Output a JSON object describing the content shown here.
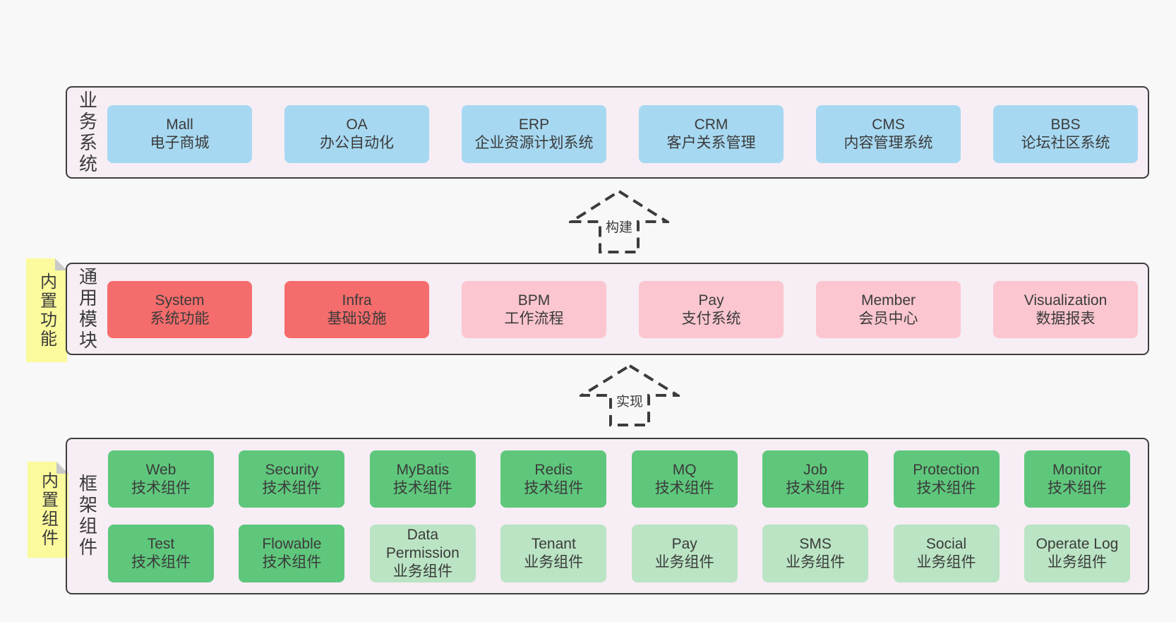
{
  "colors": {
    "page_bg": "#f8f8f8",
    "section_fill": "#f7edf4",
    "section_border": "#3e3e3e",
    "business_box": "#a7d8f1",
    "module_box_highlight": "#f56c6c",
    "module_box": "#fbc6d0",
    "tech_component_box": "#5fc77c",
    "biz_component_box": "#bae4c3",
    "sticky_note": "#fbfa9c",
    "text": "#3b3b3b"
  },
  "arrows": [
    {
      "label": "构建"
    },
    {
      "label": "实现"
    }
  ],
  "sections": {
    "business": {
      "label": "业务系统",
      "items": [
        {
          "title": "Mall",
          "subtitle": "电子商城"
        },
        {
          "title": "OA",
          "subtitle": "办公自动化"
        },
        {
          "title": "ERP",
          "subtitle": "企业资源计划系统"
        },
        {
          "title": "CRM",
          "subtitle": "客户关系管理"
        },
        {
          "title": "CMS",
          "subtitle": "内容管理系统"
        },
        {
          "title": "BBS",
          "subtitle": "论坛社区系统"
        }
      ]
    },
    "modules": {
      "label": "通用模块",
      "note": "内置功能",
      "items": [
        {
          "title": "System",
          "subtitle": "系统功能"
        },
        {
          "title": "Infra",
          "subtitle": "基础设施"
        },
        {
          "title": "BPM",
          "subtitle": "工作流程"
        },
        {
          "title": "Pay",
          "subtitle": "支付系统"
        },
        {
          "title": "Member",
          "subtitle": "会员中心"
        },
        {
          "title": "Visualization",
          "subtitle": "数据报表"
        }
      ]
    },
    "components": {
      "label": "框架组件",
      "note": "内置组件",
      "row1": [
        {
          "title": "Web",
          "subtitle": "技术组件"
        },
        {
          "title": "Security",
          "subtitle": "技术组件"
        },
        {
          "title": "MyBatis",
          "subtitle": "技术组件"
        },
        {
          "title": "Redis",
          "subtitle": "技术组件"
        },
        {
          "title": "MQ",
          "subtitle": "技术组件"
        },
        {
          "title": "Job",
          "subtitle": "技术组件"
        },
        {
          "title": "Protection",
          "subtitle": "技术组件"
        },
        {
          "title": "Monitor",
          "subtitle": "技术组件"
        }
      ],
      "row2": [
        {
          "title": "Test",
          "subtitle": "技术组件"
        },
        {
          "title": "Flowable",
          "subtitle": "技术组件"
        },
        {
          "title": "Data Permission",
          "subtitle": "业务组件"
        },
        {
          "title": "Tenant",
          "subtitle": "业务组件"
        },
        {
          "title": "Pay",
          "subtitle": "业务组件"
        },
        {
          "title": "SMS",
          "subtitle": "业务组件"
        },
        {
          "title": "Social",
          "subtitle": "业务组件"
        },
        {
          "title": "Operate Log",
          "subtitle": "业务组件"
        }
      ]
    }
  }
}
